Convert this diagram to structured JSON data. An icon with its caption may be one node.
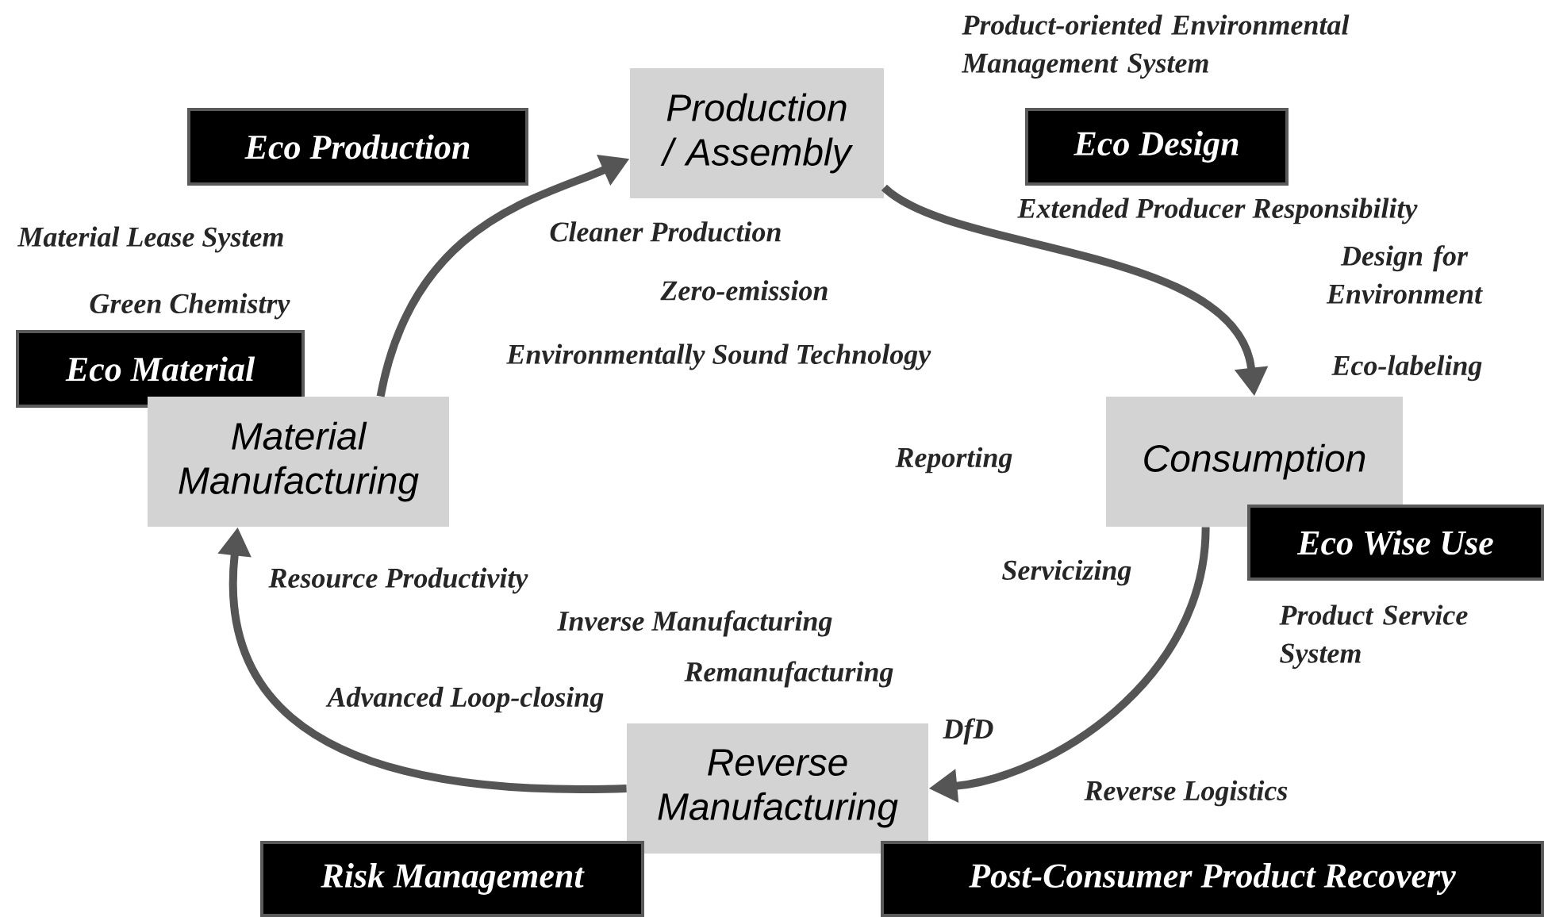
{
  "diagram": {
    "nodes": [
      {
        "text": [
          "Production / Assembly"
        ]
      },
      {
        "text": [
          "Eco Production"
        ]
      },
      {
        "text": [
          "Eco Design"
        ]
      },
      {
        "text": [
          "Eco Material"
        ]
      },
      {
        "text": [
          "Material Manufacturing"
        ]
      },
      {
        "text": [
          "Consumption"
        ]
      },
      {
        "text": [
          "Eco Wise Use"
        ]
      },
      {
        "text": [
          "Reverse Manufacturing"
        ]
      },
      {
        "text": [
          "Risk Management"
        ]
      },
      {
        "text": [
          "Post-Consumer Product Recovery"
        ]
      }
    ],
    "edges": [
      {
        "from": 4,
        "to": 0,
        "arrow": "to"
      },
      {
        "from": 0,
        "to": 5,
        "arrow": "to"
      },
      {
        "from": 5,
        "to": 7,
        "arrow": "to"
      },
      {
        "from": 7,
        "to": 4,
        "arrow": "to"
      }
    ],
    "labels": [
      "Product-oriented Environmental Management System",
      "Extended Producer Responsibility",
      "Material Lease System",
      "Cleaner Production",
      "Design for Environment",
      "Zero-emission",
      "Green Chemistry",
      "Environmentally Sound Technology",
      "Eco-labeling",
      "Reporting",
      "Servicizing",
      "Resource Productivity",
      "Inverse Manufacturing",
      "Product Service System",
      "Remanufacturing",
      "Advanced Loop-closing",
      "DfD",
      "Reverse Logistics"
    ]
  }
}
